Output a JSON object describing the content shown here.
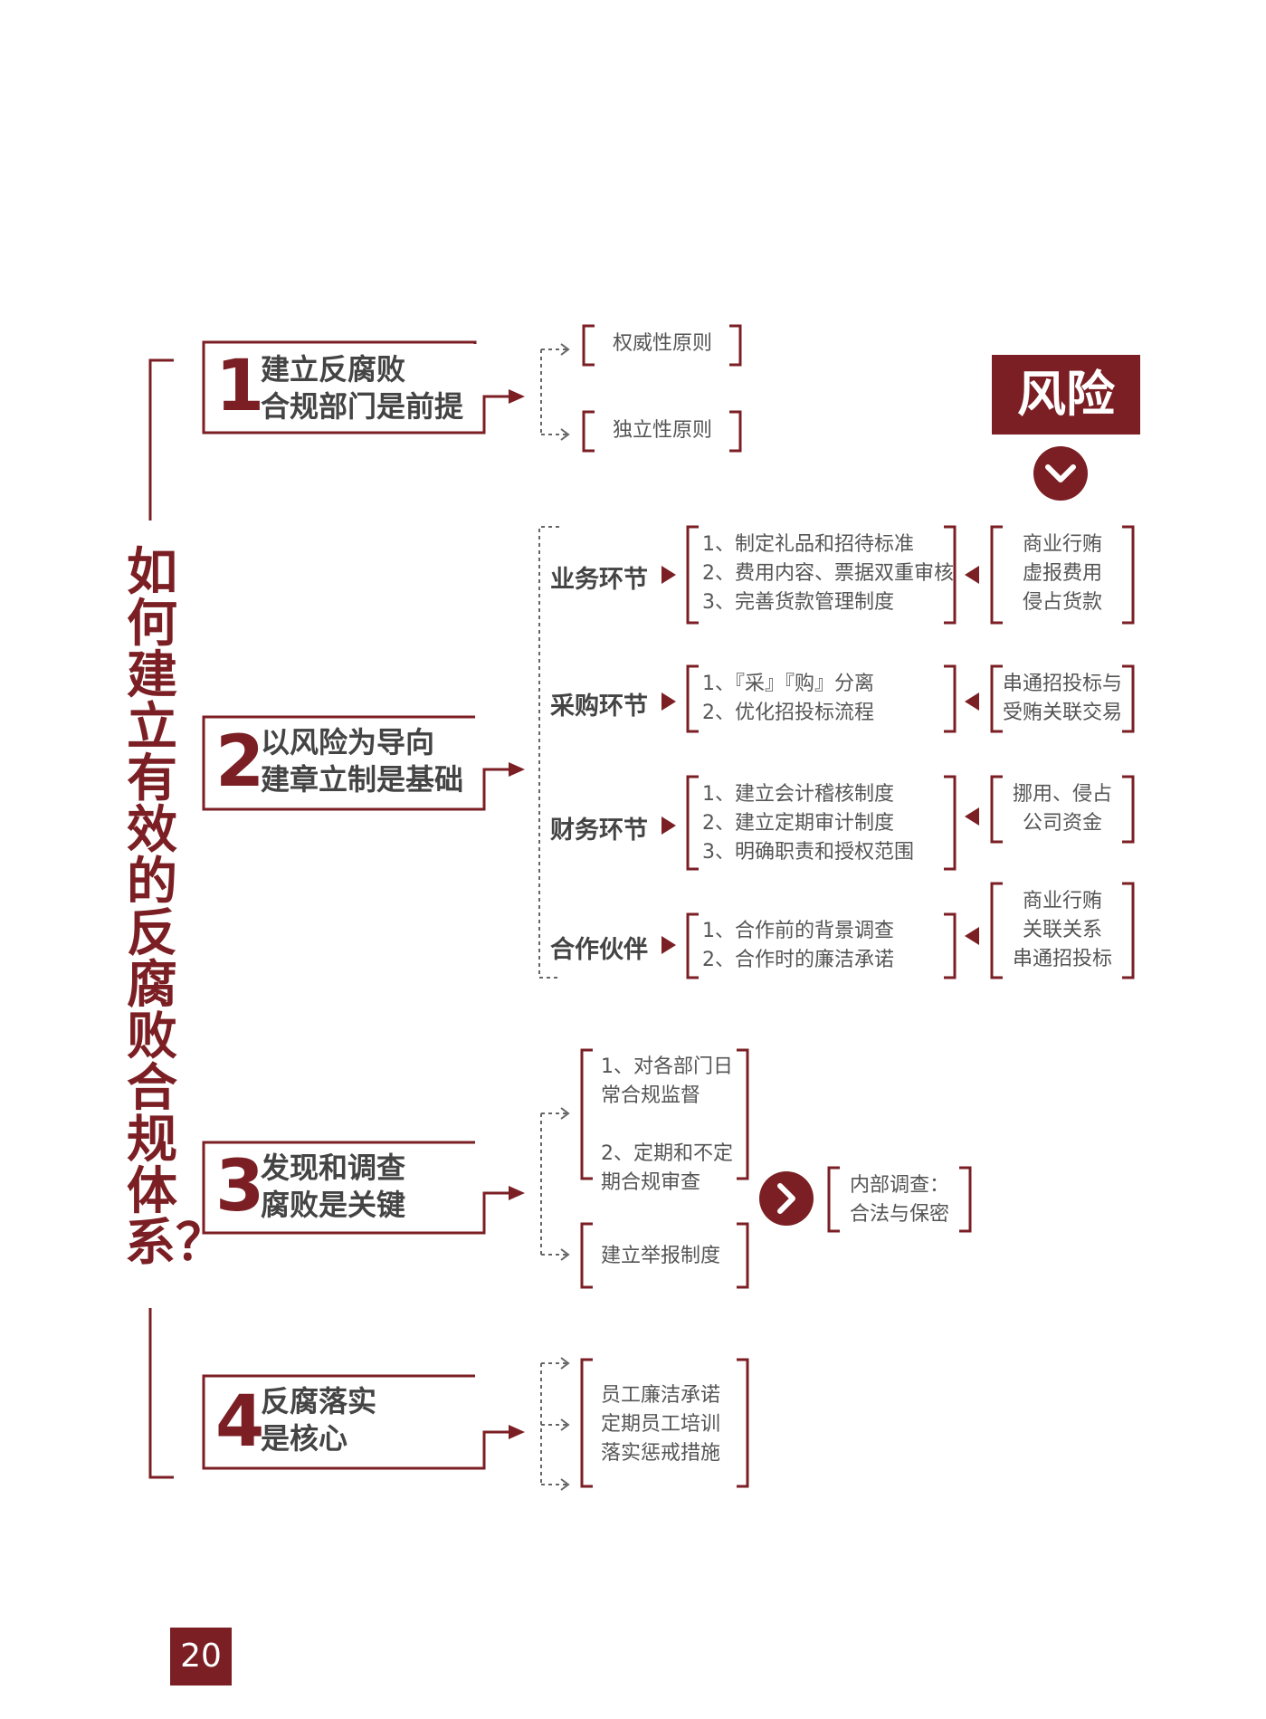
{
  "title": "如何建立有效的反腐败合规体系？",
  "risk_label": "风险",
  "page_number": "20",
  "steps": [
    {
      "num": "1",
      "text": "建立反腐败\n合规部门是前提",
      "items": [
        "权威性原则",
        "独立性原则"
      ]
    },
    {
      "num": "2",
      "text": "以风险为导向\n建章立制是基础",
      "stages": [
        {
          "name": "业务环节",
          "measures": "1、制定礼品和招待标准\n2、费用内容、票据双重审核\n3、完善货款管理制度",
          "risks": "商业行贿\n虚报费用\n侵占货款"
        },
        {
          "name": "采购环节",
          "measures": "1、『采』『购』分离\n2、优化招投标流程",
          "risks": "串通招投标与\n受贿关联交易"
        },
        {
          "name": "财务环节",
          "measures": "1、建立会计稽核制度\n2、建立定期审计制度\n3、明确职责和授权范围",
          "risks": "挪用、侵占\n公司资金"
        },
        {
          "name": "合作伙伴",
          "measures": "1、合作前的背景调查\n2、合作时的廉洁承诺",
          "risks": "商业行贿\n关联关系\n串通招投标"
        }
      ]
    },
    {
      "num": "3",
      "text": "发现和调查\n腐败是关键",
      "items": [
        "1、对各部门日\n   常合规监督\n\n2、定期和不定\n   期合规审查",
        "建立举报制度"
      ],
      "result": "内部调查：\n合法与保密"
    },
    {
      "num": "4",
      "text": "反腐落实\n是核心",
      "items": [
        "员工廉洁承诺\n定期员工培训\n落实惩戒措施"
      ]
    }
  ],
  "colors": {
    "accent": "#7b1f24",
    "text": "#444444"
  }
}
